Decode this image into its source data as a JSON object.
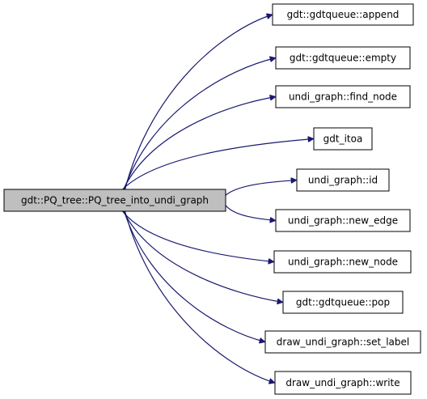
{
  "colors": {
    "edge": "#191970",
    "node_fill": "#ffffff",
    "root_fill": "#bfbfbf",
    "border": "#000000"
  },
  "graph": {
    "root": {
      "label": "gdt::PQ_tree::PQ_tree_into_undi_graph"
    },
    "callees": [
      {
        "label": "gdt::gdtqueue::append"
      },
      {
        "label": "gdt::gdtqueue::empty"
      },
      {
        "label": "undi_graph::find_node"
      },
      {
        "label": "gdt_itoa"
      },
      {
        "label": "undi_graph::id"
      },
      {
        "label": "undi_graph::new_edge"
      },
      {
        "label": "undi_graph::new_node"
      },
      {
        "label": "gdt::gdtqueue::pop"
      },
      {
        "label": "draw_undi_graph::set_label"
      },
      {
        "label": "draw_undi_graph::write"
      }
    ]
  }
}
